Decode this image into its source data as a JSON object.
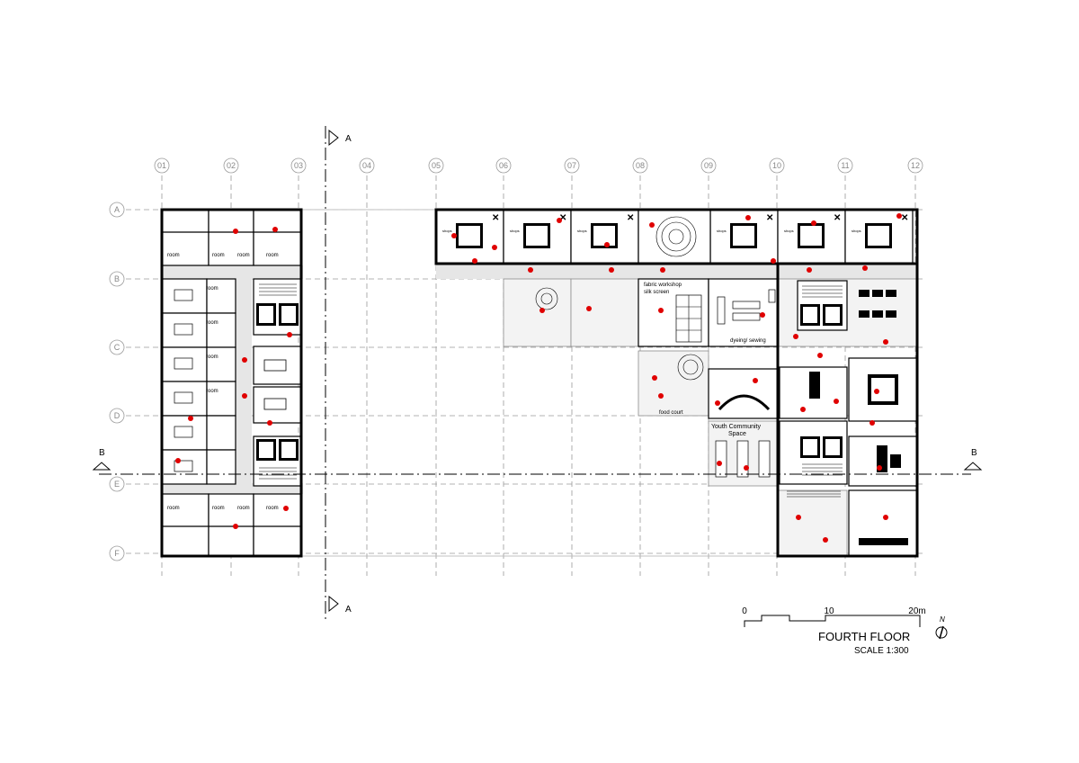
{
  "grid": {
    "columns": [
      "01",
      "02",
      "03",
      "04",
      "05",
      "06",
      "07",
      "08",
      "09",
      "10",
      "11",
      "12"
    ],
    "rows": [
      "A",
      "B",
      "C",
      "D",
      "E",
      "F"
    ]
  },
  "section_marks": {
    "vertical": "A",
    "horizontal": "B"
  },
  "labels": {
    "room": "room",
    "fabric_workshop": "fabric workshop",
    "silk_screen": "silk screen",
    "dyeing_sewing": "dyeing/ sewing",
    "food_court": "food court",
    "youth_community_line1": "Youth Community",
    "youth_community_line2": "Space",
    "shops": "shops"
  },
  "title": {
    "floor": "FOURTH FLOOR",
    "scale": "SCALE 1:300"
  },
  "scale_bar": {
    "ticks": [
      "0",
      "10",
      "20m"
    ]
  },
  "north": "N",
  "colors": {
    "accent": "#e00000",
    "corridor": "#e6e6e6",
    "grid": "#9a9a9a"
  }
}
